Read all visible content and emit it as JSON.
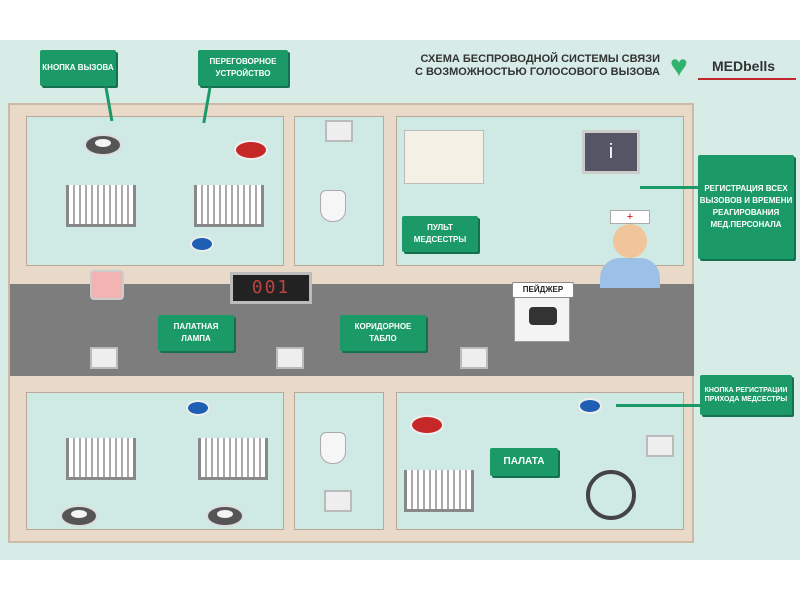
{
  "header": {
    "title_line1": "СХЕМА БЕСПРОВОДНОЙ СИСТЕМЫ СВЯЗИ",
    "title_line2": "С ВОЗМОЖНОСТЬЮ ГОЛОСОВОГО ВЫЗОВА",
    "logo": "MEDbells"
  },
  "callouts": {
    "call_button": "КНОПКА ВЫЗОВА",
    "intercom": "ПЕРЕГОВОРНОЕ УСТРОЙСТВО",
    "nurse_console": "ПУЛЬТ МЕДСЕСТРЫ",
    "registration": "РЕГИСТРАЦИЯ ВСЕХ ВЫЗОВОВ И ВРЕМЕНИ РЕАГИРОВАНИЯ МЕД.ПЕРСОНАЛА",
    "pager": "ПЕЙДЖЕР",
    "ward_lamp": "ПАЛАТНАЯ ЛАМПА",
    "corridor_display": "КОРИДОРНОЕ ТАБЛО",
    "nurse_arrival": "КНОПКА РЕГИСТРАЦИИ ПРИХОДА МЕДСЕСТРЫ",
    "ward": "ПАЛАТА"
  },
  "display_value": "001",
  "colors": {
    "callout": "#1b9a68",
    "wall": "#e9d9c9",
    "room": "#cfe9e5",
    "corridor": "#7d7d7d"
  }
}
